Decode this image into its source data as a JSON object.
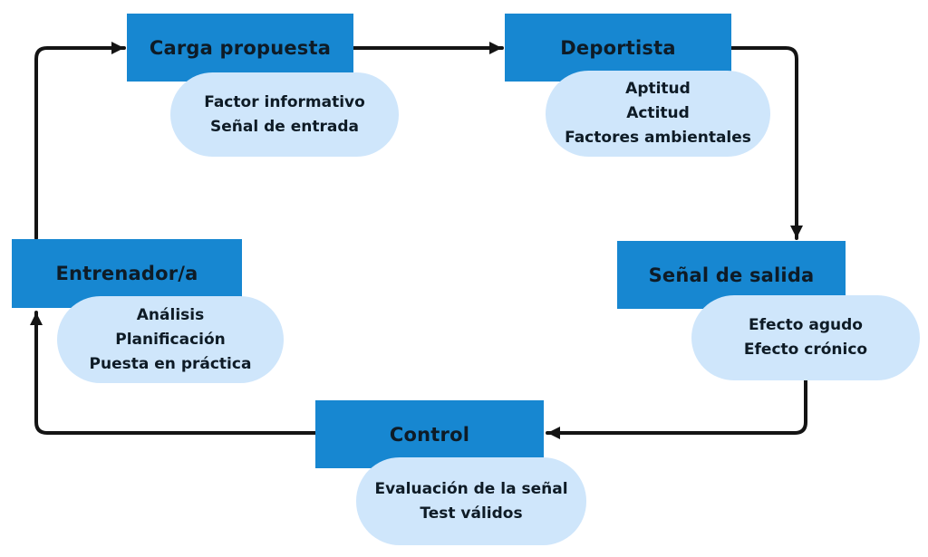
{
  "colors": {
    "node_box": "#1787d1",
    "note_pill": "#cfe6fb",
    "arrow": "#141414",
    "text": "#0e1b26",
    "background": "#ffffff"
  },
  "nodes": [
    {
      "id": "carga-propuesta",
      "label": "Carga propuesta",
      "notes": [
        "Factor informativo",
        "Señal de entrada"
      ]
    },
    {
      "id": "deportista",
      "label": "Deportista",
      "notes": [
        "Aptitud",
        "Actitud",
        "Factores ambientales"
      ]
    },
    {
      "id": "senal-de-salida",
      "label": "Señal de salida",
      "notes": [
        "Efecto agudo",
        "Efecto crónico"
      ]
    },
    {
      "id": "control",
      "label": "Control",
      "notes": [
        "Evaluación de la señal",
        "Test válidos"
      ]
    },
    {
      "id": "entrenador",
      "label": "Entrenador/a",
      "notes": [
        "Análisis",
        "Planificación",
        "Puesta en práctica"
      ]
    }
  ],
  "arrows": [
    {
      "from": "entrenador",
      "to": "carga-propuesta"
    },
    {
      "from": "carga-propuesta",
      "to": "deportista"
    },
    {
      "from": "deportista",
      "to": "senal-de-salida"
    },
    {
      "from": "senal-de-salida",
      "to": "control"
    },
    {
      "from": "control",
      "to": "entrenador"
    }
  ]
}
